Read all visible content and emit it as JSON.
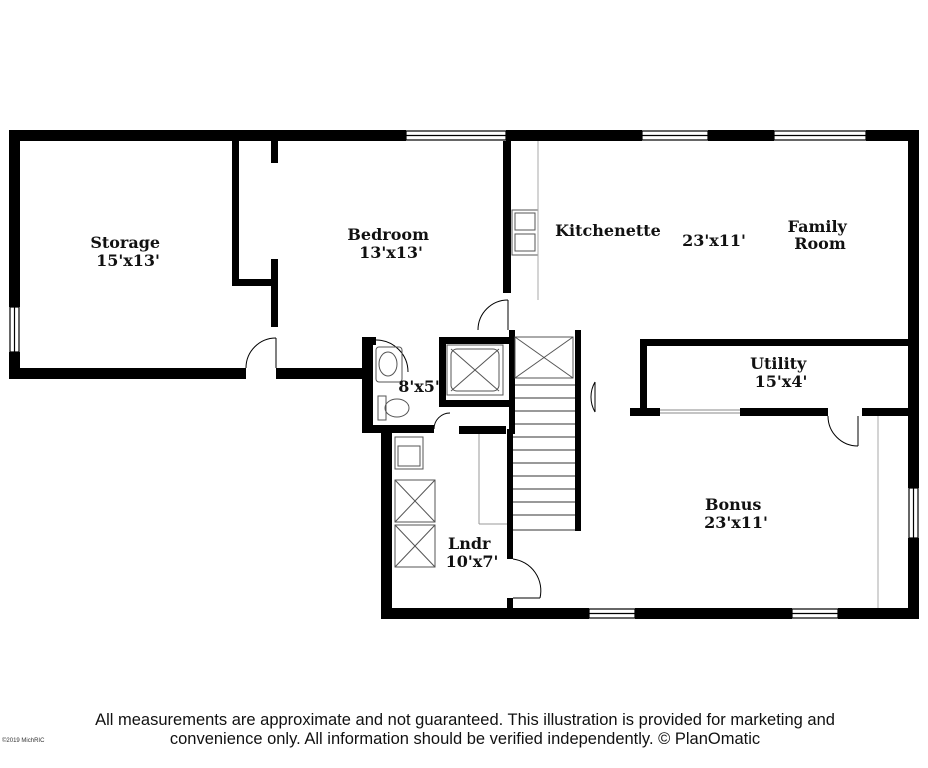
{
  "rooms": [
    {
      "id": "storage",
      "lines": [
        "Storage",
        "15'x13'"
      ]
    },
    {
      "id": "bedroom",
      "lines": [
        "Bedroom",
        "13'x13'"
      ]
    },
    {
      "id": "kitchenette",
      "lines": [
        "Kitchenette"
      ]
    },
    {
      "id": "kitchenette-dim",
      "lines": [
        "23'x11'"
      ]
    },
    {
      "id": "family-room",
      "lines": [
        "Family",
        "Room"
      ]
    },
    {
      "id": "bath",
      "lines": [
        "8'x5'"
      ]
    },
    {
      "id": "utility",
      "lines": [
        "Utility",
        "15'x4'"
      ]
    },
    {
      "id": "bonus",
      "lines": [
        "Bonus",
        "23'x11'"
      ]
    },
    {
      "id": "laundry",
      "lines": [
        "Lndr",
        "10'x7'"
      ]
    }
  ],
  "footer": {
    "disclaimer": "All measurements are approximate and not guaranteed. This illustration is provided for marketing and convenience only. All information should be verified independently. © PlanOmatic",
    "copyright": "©2019 MichRIC"
  },
  "colors": {
    "wall": "#000000",
    "fixture": "#888888",
    "background": "#ffffff"
  }
}
